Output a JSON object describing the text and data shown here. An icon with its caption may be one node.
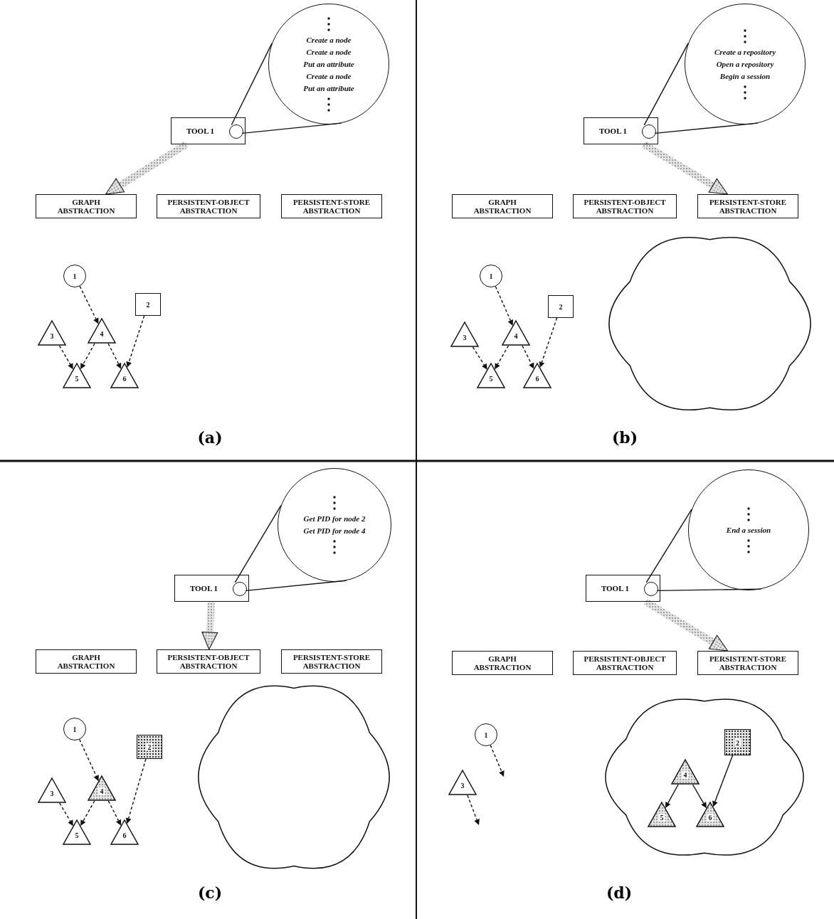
{
  "diagram": {
    "nodes": [
      {
        "text": [
          "Create a node",
          "Create a node",
          "Put an attribute",
          "Create a node",
          "Put an attribute"
        ]
      },
      {
        "text": [
          "TOOL 1"
        ]
      },
      {
        "text": [],
        "shape": "circle",
        "in": 1
      },
      {
        "text": [
          "GRAPH ABSTRACTION"
        ]
      },
      {
        "text": [
          "PERSISTENT-OBJECT ABSTRACTION"
        ]
      },
      {
        "text": [
          "PERSISTENT-STORE ABSTRACTION"
        ]
      },
      {
        "text": [
          "1"
        ]
      },
      {
        "text": [
          "2"
        ]
      },
      {
        "text": [
          "3"
        ]
      },
      {
        "text": [
          "4"
        ]
      },
      {
        "text": [
          "5"
        ]
      },
      {
        "text": [
          "6"
        ]
      },
      {
        "text": [
          "Create a repository",
          "Open a repository",
          "Begin a session"
        ]
      },
      {
        "text": [
          "TOOL 1"
        ]
      },
      {
        "text": [],
        "shape": "circle",
        "in": 13
      },
      {
        "text": [
          "GRAPH ABSTRACTION"
        ]
      },
      {
        "text": [
          "PERSISTENT-OBJECT ABSTRACTION"
        ]
      },
      {
        "text": [
          "PERSISTENT-STORE ABSTRACTION"
        ]
      },
      {
        "text": [
          "1"
        ]
      },
      {
        "text": [
          "2"
        ]
      },
      {
        "text": [
          "3"
        ]
      },
      {
        "text": [
          "4"
        ]
      },
      {
        "text": [
          "5"
        ]
      },
      {
        "text": [
          "6"
        ]
      },
      {
        "text": [],
        "shape": "cloud"
      },
      {
        "text": [
          "Get PID for node 2",
          "Get PID for node 4"
        ]
      },
      {
        "text": [
          "TOOL 1"
        ]
      },
      {
        "text": [],
        "shape": "circle",
        "in": 26
      },
      {
        "text": [
          "GRAPH ABSTRACTION"
        ]
      },
      {
        "text": [
          "PERSISTENT-OBJECT ABSTRACTION"
        ]
      },
      {
        "text": [
          "PERSISTENT-STORE ABSTRACTION"
        ]
      },
      {
        "text": [
          "1"
        ]
      },
      {
        "text": [
          "2"
        ]
      },
      {
        "text": [
          "3"
        ]
      },
      {
        "text": [
          "4"
        ]
      },
      {
        "text": [
          "5"
        ]
      },
      {
        "text": [
          "6"
        ]
      },
      {
        "text": [],
        "shape": "cloud"
      },
      {
        "text": [
          "End a session"
        ]
      },
      {
        "text": [
          "TOOL 1"
        ]
      },
      {
        "text": [],
        "shape": "circle",
        "in": 39
      },
      {
        "text": [
          "GRAPH ABSTRACTION"
        ]
      },
      {
        "text": [
          "PERSISTENT-OBJECT ABSTRACTION"
        ]
      },
      {
        "text": [
          "PERSISTENT-STORE ABSTRACTION"
        ]
      },
      {
        "text": [
          "1"
        ]
      },
      {
        "text": [
          "3"
        ]
      },
      {
        "text": [],
        "shape": "cloud"
      },
      {
        "text": [
          "2"
        ],
        "in": 46
      },
      {
        "text": [
          "4"
        ],
        "in": 46
      },
      {
        "text": [
          "5"
        ],
        "in": 46
      },
      {
        "text": [
          "6"
        ],
        "in": 46
      }
    ],
    "edges": [
      {
        "from": 2,
        "to": 0,
        "arrow": "none"
      },
      {
        "from": 2,
        "to": 0,
        "arrow": "none"
      },
      {
        "from": 1,
        "to": 3,
        "arrow": "to",
        "style": "thick"
      },
      {
        "from": 6,
        "to": 9,
        "arrow": "to",
        "style": "dashed"
      },
      {
        "from": 8,
        "to": 10,
        "arrow": "to",
        "style": "dashed"
      },
      {
        "from": 9,
        "to": 10,
        "arrow": "to",
        "style": "dashed"
      },
      {
        "from": 9,
        "to": 11,
        "arrow": "to",
        "style": "dashed"
      },
      {
        "from": 7,
        "to": 11,
        "arrow": "to",
        "style": "dashed"
      },
      {
        "from": 14,
        "to": 12,
        "arrow": "none"
      },
      {
        "from": 14,
        "to": 12,
        "arrow": "none"
      },
      {
        "from": 13,
        "to": 17,
        "arrow": "to",
        "style": "thick"
      },
      {
        "from": 18,
        "to": 21,
        "arrow": "to",
        "style": "dashed"
      },
      {
        "from": 20,
        "to": 22,
        "arrow": "to",
        "style": "dashed"
      },
      {
        "from": 21,
        "to": 22,
        "arrow": "to",
        "style": "dashed"
      },
      {
        "from": 21,
        "to": 23,
        "arrow": "to",
        "style": "dashed"
      },
      {
        "from": 19,
        "to": 23,
        "arrow": "to",
        "style": "dashed"
      },
      {
        "from": 27,
        "to": 25,
        "arrow": "none"
      },
      {
        "from": 27,
        "to": 25,
        "arrow": "none"
      },
      {
        "from": 26,
        "to": 29,
        "arrow": "to",
        "style": "thick"
      },
      {
        "from": 31,
        "to": 34,
        "arrow": "to",
        "style": "dashed"
      },
      {
        "from": 33,
        "to": 35,
        "arrow": "to",
        "style": "dashed"
      },
      {
        "from": 34,
        "to": 35,
        "arrow": "to",
        "style": "dashed"
      },
      {
        "from": 34,
        "to": 36,
        "arrow": "to",
        "style": "dashed"
      },
      {
        "from": 32,
        "to": 36,
        "arrow": "to",
        "style": "dashed"
      },
      {
        "from": 40,
        "to": 38,
        "arrow": "none"
      },
      {
        "from": 40,
        "to": 38,
        "arrow": "none"
      },
      {
        "from": 39,
        "to": 43,
        "arrow": "to",
        "style": "thick"
      },
      {
        "from": 44,
        "to": null,
        "arrow": "to",
        "style": "dashed"
      },
      {
        "from": 45,
        "to": null,
        "arrow": "to",
        "style": "dashed"
      },
      {
        "from": 48,
        "to": 49,
        "arrow": "to"
      },
      {
        "from": 48,
        "to": 50,
        "arrow": "to"
      },
      {
        "from": 47,
        "to": 50,
        "arrow": "to"
      }
    ],
    "labels": [
      "(a)",
      "(b)",
      "(c)",
      "(d)"
    ]
  }
}
